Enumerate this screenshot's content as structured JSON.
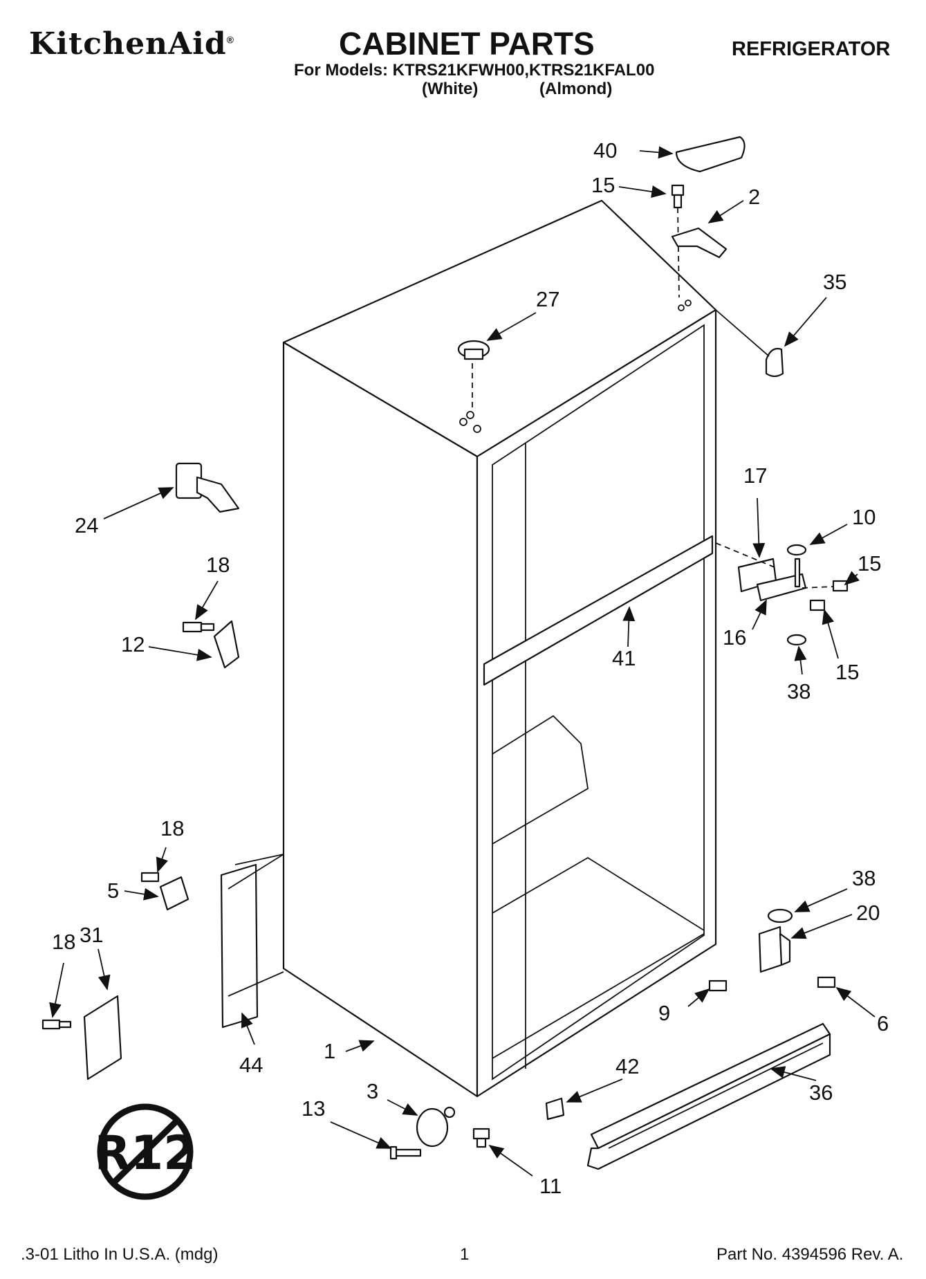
{
  "header": {
    "brand": "KitchenAid",
    "brand_mark": "®",
    "title": "CABINET PARTS",
    "category": "REFRIGERATOR",
    "models_line": "For Models: KTRS21KFWH00,KTRS21KFAL00",
    "variant_1": "(White)",
    "variant_2": "(Almond)"
  },
  "callouts": {
    "c40": "40",
    "c15a": "15",
    "c2": "2",
    "c35": "35",
    "c27": "27",
    "c24": "24",
    "c18a": "18",
    "c12": "12",
    "c17": "17",
    "c10": "10",
    "c15b": "15",
    "c16": "16",
    "c41": "41",
    "c15c": "15",
    "c38a": "38",
    "c18b": "18",
    "c5": "5",
    "c31": "31",
    "c18c": "18",
    "c44": "44",
    "c1": "1",
    "c38b": "38",
    "c20": "20",
    "c9": "9",
    "c6": "6",
    "c42": "42",
    "c36": "36",
    "c3": "3",
    "c13": "13",
    "c11": "11"
  },
  "badge": {
    "text": "R12",
    "icon": "no-r12-icon"
  },
  "footer": {
    "left": ".3-01 Litho In U.S.A. (mdg)",
    "center": "1",
    "right": "Part No. 4394596 Rev. A."
  }
}
